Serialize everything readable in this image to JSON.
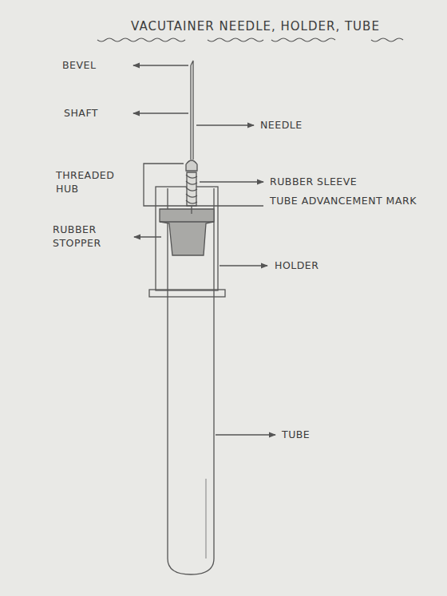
{
  "diagram": {
    "title": "VACUTAINER NEEDLE, HOLDER, TUBE",
    "labels": [
      "BEVEL",
      "SHAFT",
      "NEEDLE",
      "THREADED HUB",
      "RUBBER SLEEVE",
      "TUBE ADVANCEMENT MARK",
      "RUBBER STOPPER",
      "HOLDER",
      "TUBE"
    ]
  }
}
